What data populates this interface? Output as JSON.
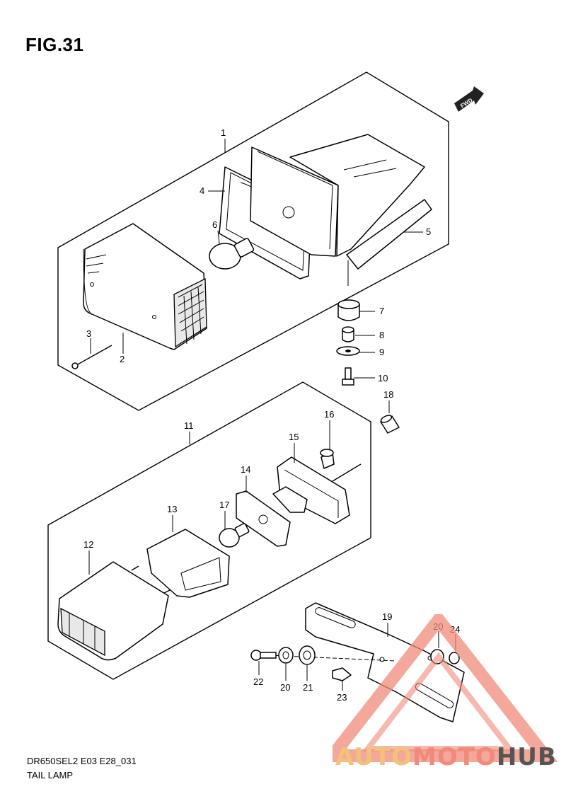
{
  "figure_title": "FIG.31",
  "forward_badge": "FWD",
  "callouts": [
    "1",
    "2",
    "3",
    "4",
    "5",
    "6",
    "7",
    "8",
    "9",
    "10",
    "11",
    "12",
    "13",
    "14",
    "15",
    "16",
    "17",
    "18",
    "19",
    "20",
    "20",
    "21",
    "22",
    "23",
    "24"
  ],
  "footer": {
    "code": "DR650SEL2 E03 E28_031",
    "caption": "TAIL LAMP"
  },
  "watermark": {
    "part1": "AUTO",
    "part2": "MOTO",
    "part3": "HUB",
    "color1": "#f2c27a",
    "color2": "#f08a7a",
    "color3": "#555555"
  }
}
